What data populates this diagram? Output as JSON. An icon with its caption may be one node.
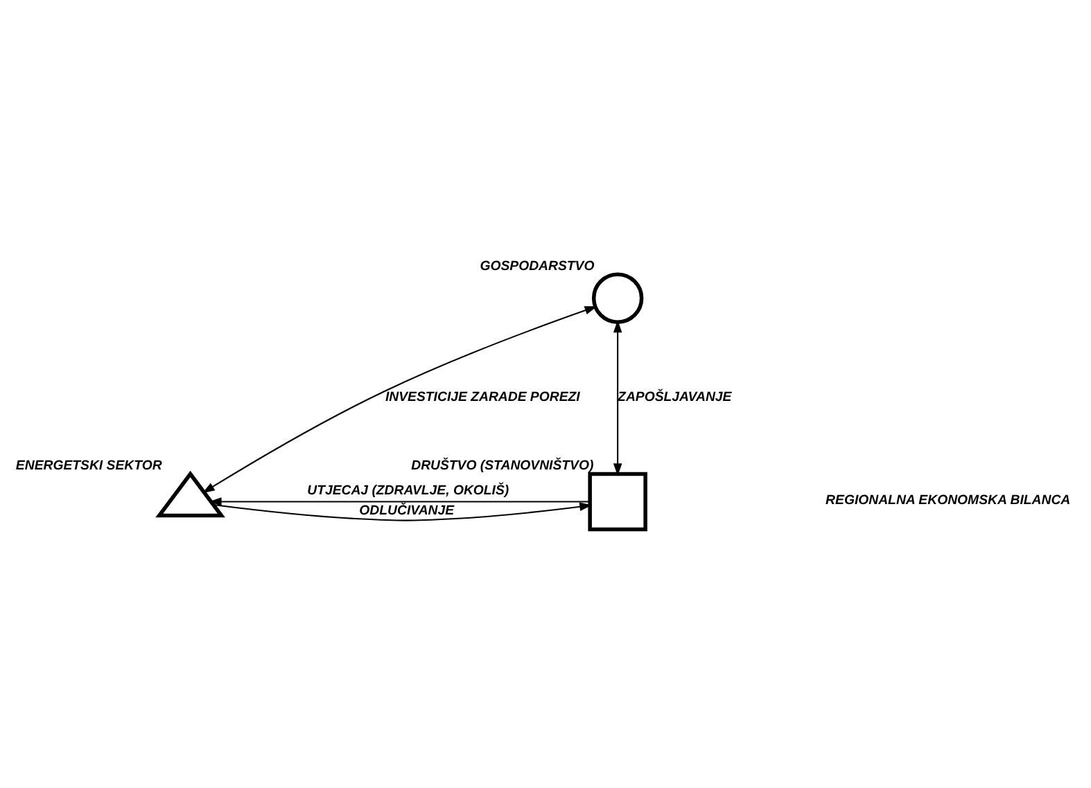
{
  "diagram": {
    "nodes": [
      {
        "text": [
          "GOSPODARSTVO"
        ]
      },
      {
        "text": [
          "ENERGETSKI SEKTOR"
        ]
      },
      {
        "text": [
          "DRUŠTVO (STANOVNIŠTVO)"
        ]
      }
    ],
    "edges": [
      {
        "from": 0,
        "to": 1,
        "arrow": "both",
        "label": "INVESTICIJE ZARADE POREZI"
      },
      {
        "from": 0,
        "to": 2,
        "arrow": "both",
        "label": "ZAPOŠLJAVANJE"
      },
      {
        "from": 1,
        "to": 2,
        "arrow": "to",
        "label": "ODLUČIVANJE"
      },
      {
        "from": 2,
        "to": 1,
        "arrow": "to",
        "label": "UTJECAJ (ZDRAVLJE, OKOLIŠ)"
      }
    ],
    "labels": [
      "REGIONALNA EKONOMSKA BILANCA"
    ]
  }
}
